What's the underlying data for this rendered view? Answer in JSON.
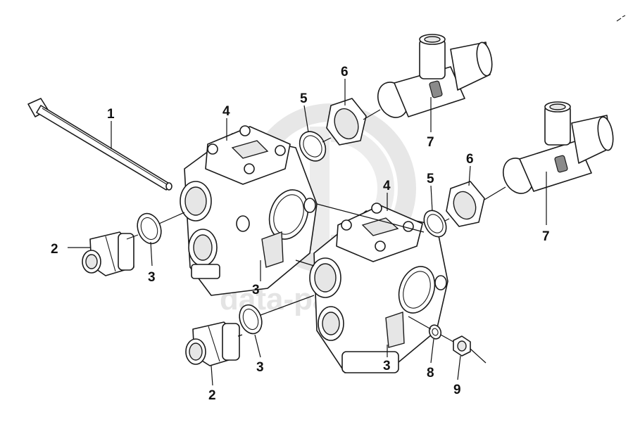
{
  "callouts": {
    "p1": "1",
    "p2a": "2",
    "p2b": "2",
    "p3a": "3",
    "p3b": "3",
    "p3c": "3",
    "p3d": "3",
    "p4a": "4",
    "p4b": "4",
    "p5a": "5",
    "p5b": "5",
    "p6a": "6",
    "p6b": "6",
    "p7a": "7",
    "p7b": "7",
    "p8": "8",
    "p9": "9"
  },
  "watermark": {
    "text": "data-parts",
    "logo": "dp-logo"
  },
  "colors": {
    "line": "#1a1a1a",
    "watermark": "#cfcfcf"
  }
}
